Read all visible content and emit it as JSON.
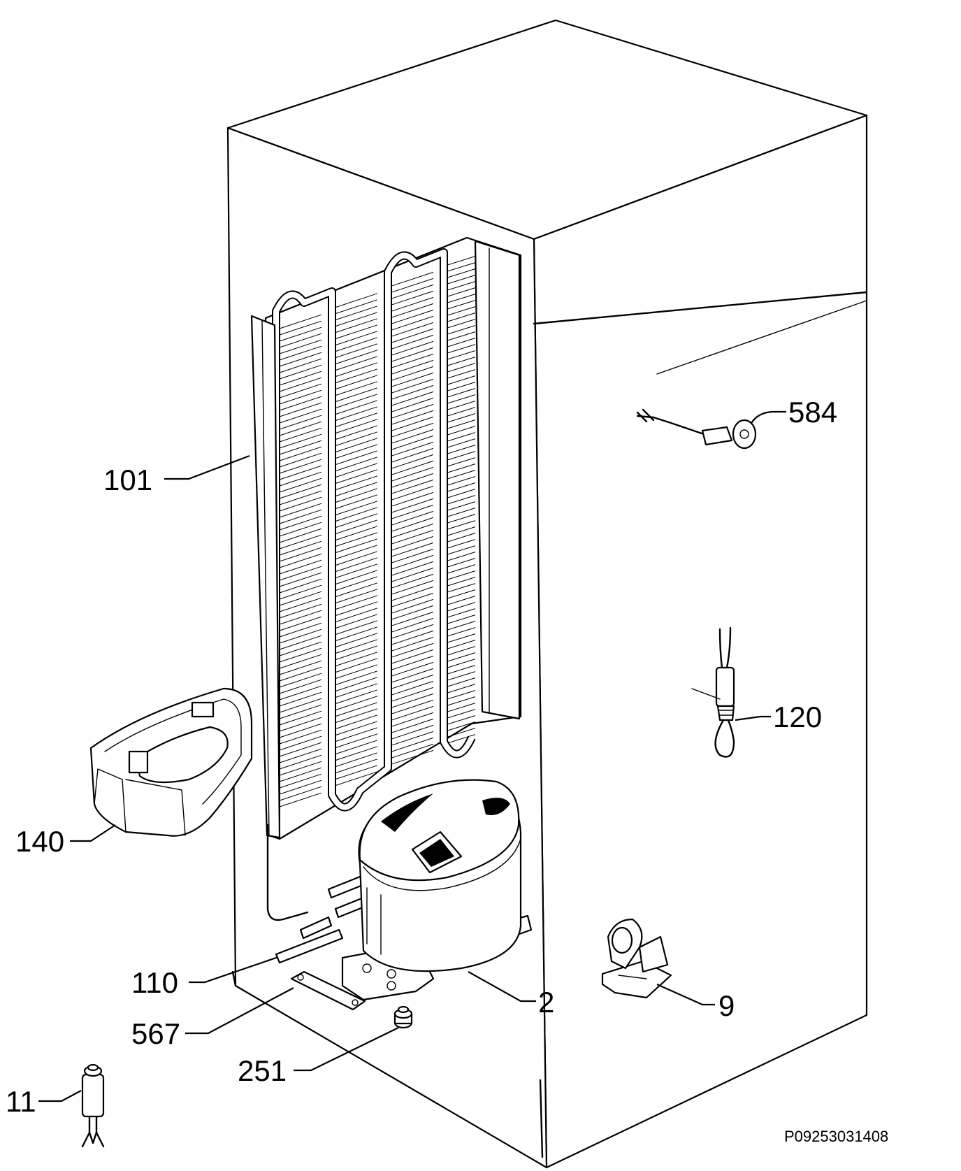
{
  "document_code": "P09253031408",
  "callouts": [
    {
      "id": "condenser",
      "label": "101",
      "icon": "condenser-coil-icon"
    },
    {
      "id": "thermostat-probe",
      "label": "584",
      "icon": "sensor-probe-icon"
    },
    {
      "id": "drip-tray",
      "label": "140",
      "icon": "drip-tray-icon"
    },
    {
      "id": "capillary-sensor",
      "label": "120",
      "icon": "wire-sensor-icon"
    },
    {
      "id": "drier-tube",
      "label": "110",
      "icon": "filter-drier-icon"
    },
    {
      "id": "compressor",
      "label": "2",
      "icon": "compressor-icon"
    },
    {
      "id": "bracket-clip",
      "label": "9",
      "icon": "clip-icon"
    },
    {
      "id": "mounting-plate",
      "label": "567",
      "icon": "plate-icon"
    },
    {
      "id": "grommet",
      "label": "251",
      "icon": "grommet-icon"
    },
    {
      "id": "relay-part",
      "label": "11",
      "icon": "relay-icon"
    }
  ]
}
